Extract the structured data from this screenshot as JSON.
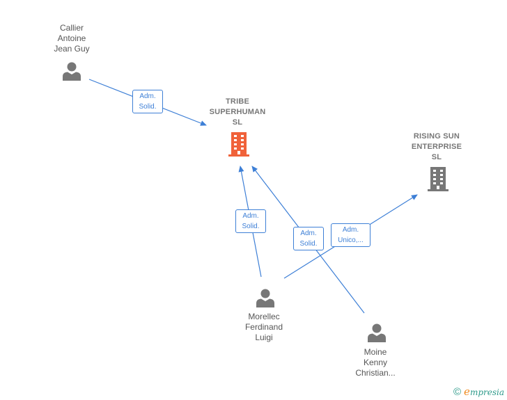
{
  "colors": {
    "edge": "#3d7fd6",
    "person": "#777777",
    "company_main": "#f0623a",
    "company": "#777777",
    "brand_teal": "#2e9a8a",
    "brand_orange": "#f08c22"
  },
  "people": {
    "callier": {
      "line1": "Callier",
      "line2": "Antoine",
      "line3": "Jean Guy",
      "icon": "person-icon"
    },
    "morellec": {
      "line1": "Morellec",
      "line2": "Ferdinand",
      "line3": "Luigi",
      "icon": "person-icon"
    },
    "moine": {
      "line1": "Moine",
      "line2": "Kenny",
      "line3": "Christian...",
      "icon": "person-icon"
    }
  },
  "companies": {
    "tribe": {
      "line1": "TRIBE",
      "line2": "SUPERHUMAN",
      "line3": "SL",
      "icon": "building-icon"
    },
    "rising": {
      "line1": "RISING SUN",
      "line2": "ENTERPRISE",
      "line3": "SL",
      "icon": "building-icon"
    }
  },
  "edges": {
    "callier_tribe": {
      "line1": "Adm.",
      "line2": "Solid."
    },
    "morellec_tribe": {
      "line1": "Adm.",
      "line2": "Solid."
    },
    "moine_tribe": {
      "line1": "Adm.",
      "line2": "Solid."
    },
    "morellec_rising": {
      "line1": "Adm.",
      "line2": "Unico,..."
    }
  },
  "brand": {
    "copyright": "©",
    "logo_letter": "e",
    "logo_rest": "mpresia"
  }
}
